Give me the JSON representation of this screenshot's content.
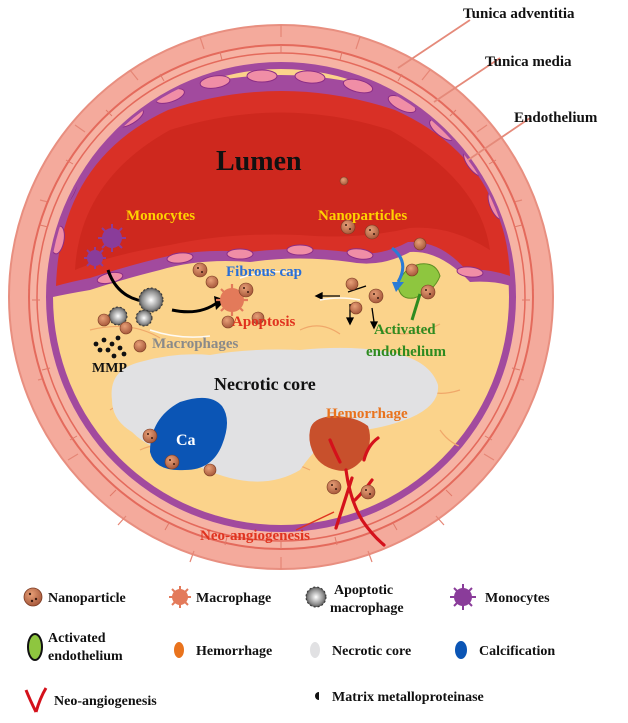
{
  "labels": {
    "tunica_adventitia": "Tunica adventitia",
    "tunica_media": "Tunica media",
    "endothelium": "Endothelium",
    "lumen": "Lumen",
    "monocytes": "Monocytes",
    "nanoparticles": "Nanoparticles",
    "fibrous_cap": "Fibrous cap",
    "apoptosis": "Apoptosis",
    "activated_endothelium_line1": "Activated",
    "activated_endothelium_line2": "endothelium",
    "macrophages": "Macrophages",
    "mmp": "MMP",
    "necrotic_core": "Necrotic core",
    "hemorrhage": "Hemorrhage",
    "ca": "Ca",
    "neo_angiogenesis": "Neo-angiogenesis"
  },
  "legend": {
    "nanoparticle": "Nanoparticle",
    "macrophage": "Macrophage",
    "apoptotic_macrophage_line1": "Apoptotic",
    "apoptotic_macrophage_line2": "macrophage",
    "monocytes": "Monocytes",
    "activated_endothelium_line1": "Activated",
    "activated_endothelium_line2": "endothelium",
    "hemorrhage": "Hemorrhage",
    "necrotic_core": "Necrotic core",
    "calcification": "Calcification",
    "neo_angiogenesis": "Neo-angiogenesis",
    "matrix_metalloproteinase": "Matrix metalloproteinase"
  },
  "colors": {
    "adventitia": "#f4aa9c",
    "media_line": "#e46a5c",
    "endothelium": "#a24a9e",
    "lumen": "#d93026",
    "intima": "#fbd38b",
    "necrotic_core": "#e1e1e3",
    "calcification": "#0b55b5",
    "hemorrhage": "#d2572e",
    "activated_endothelium": "#8ec63f",
    "monocyte": "#8a3c9a",
    "macrophage": "#e37a5a",
    "nanoparticle": "#c47a5a",
    "neo_angiogenesis": "#d4111b",
    "label_yellow": "#ffd200",
    "label_blue": "#2a6fd6",
    "label_red": "#e0331f",
    "label_green": "#2e8b20",
    "label_gray": "#8a8a8a",
    "label_orange": "#e9731d"
  }
}
